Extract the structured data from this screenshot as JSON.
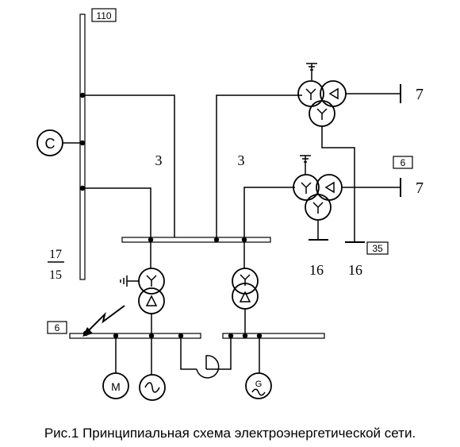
{
  "labels": {
    "voltage_110": "110",
    "voltage_6_right": "6",
    "voltage_35": "35",
    "voltage_6_left": "6",
    "line_3_left": "3",
    "line_3_right": "3",
    "load_7_top": "7",
    "load_7_mid": "7",
    "load_16_left": "16",
    "load_16_right": "16",
    "fraction_num": "17",
    "fraction_den": "15"
  },
  "symbols": {
    "system": "C",
    "motor": "M",
    "generator": "G",
    "wye": "Y",
    "delta": "Δ"
  },
  "caption": "Рис.1 Принципиальная схема электроэнергетической сети."
}
